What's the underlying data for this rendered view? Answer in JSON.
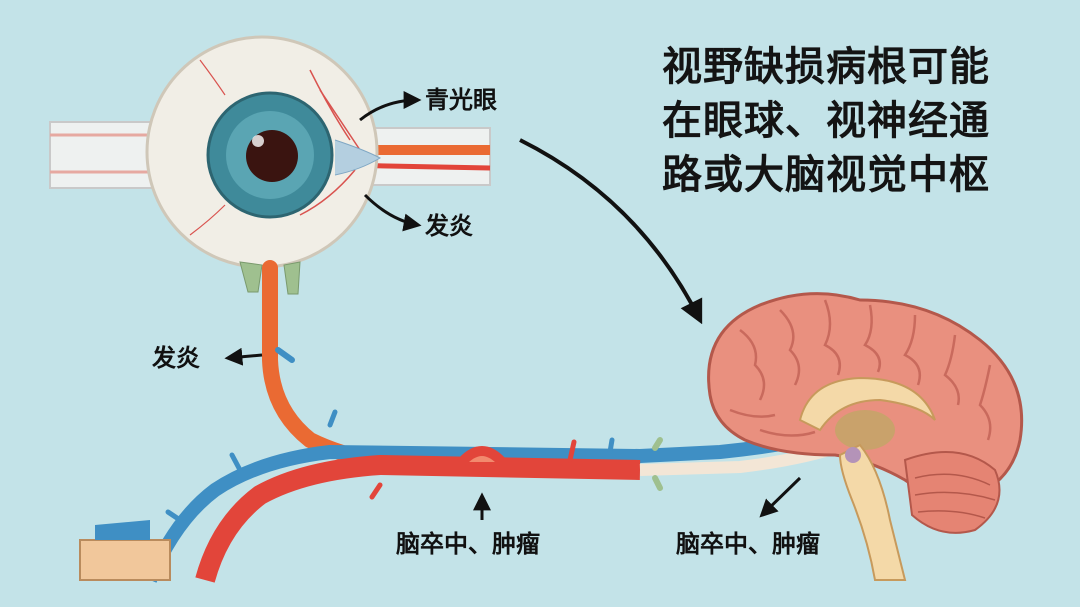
{
  "headline": {
    "lines": [
      "视野缺损病根可能",
      "在眼球、视神经通",
      "路或大脑视觉中枢"
    ]
  },
  "labels": {
    "glaucoma": "青光眼",
    "inflammation_eye": "发炎",
    "inflammation_nerve": "发炎",
    "stroke_tumor_pathway": "脑卒中、肿瘤",
    "stroke_tumor_brain": "脑卒中、肿瘤"
  },
  "colors": {
    "background": "#c3e3e8",
    "nerve_orange": "#ea6a33",
    "artery_red": "#e2453a",
    "vein_blue": "#3f8fc4",
    "brain_pink": "#e9907f",
    "iris_teal": "#3f8a9a",
    "text": "#111111"
  }
}
